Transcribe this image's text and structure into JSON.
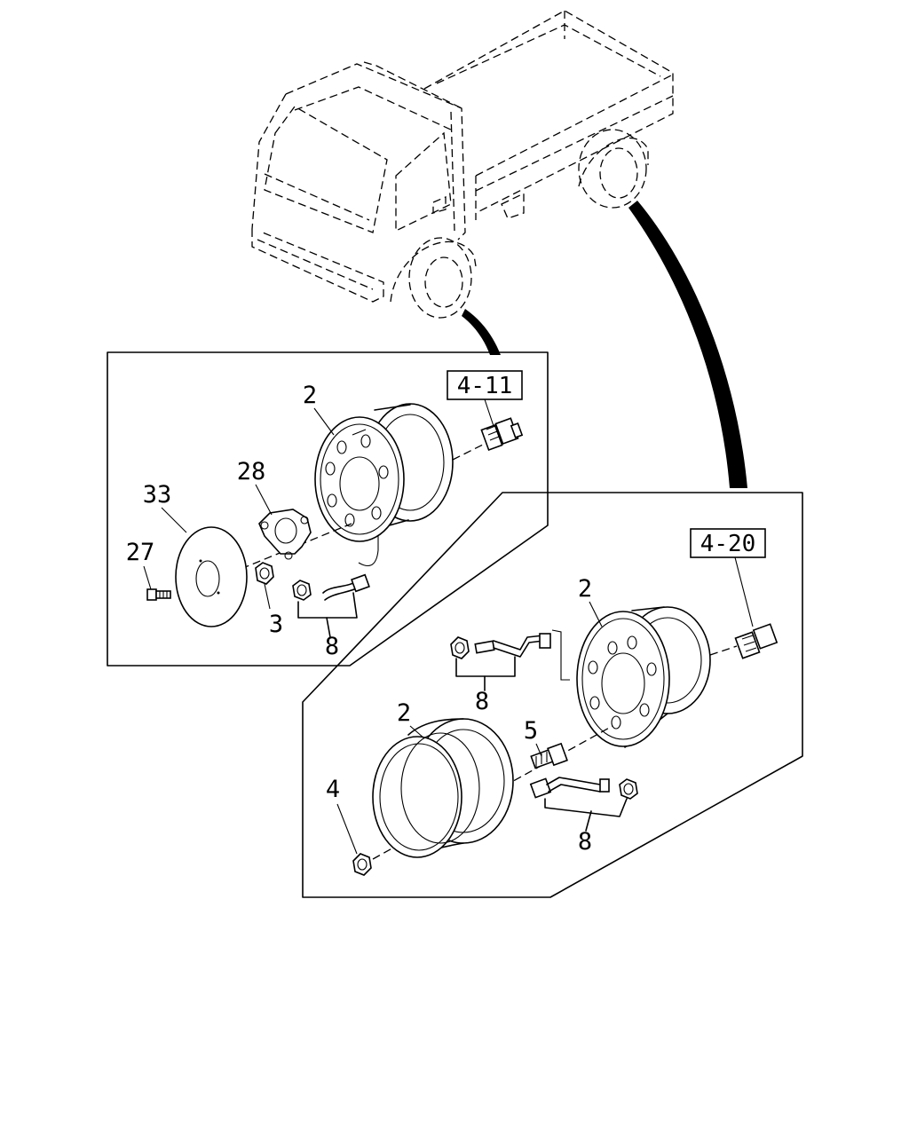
{
  "callouts": {
    "ref_front": "4-11",
    "ref_rear": "4-20",
    "front_wheel": "2",
    "front_hub_cap": "28",
    "front_disc": "33",
    "front_bolt": "27",
    "front_nut": "3",
    "front_valve_set": "8",
    "rear_outer_wheel": "2",
    "rear_valve_set_upper": "8",
    "rear_inner_wheel": "2",
    "rear_stud": "5",
    "rear_nut": "4",
    "rear_valve_set_lower": "8"
  }
}
